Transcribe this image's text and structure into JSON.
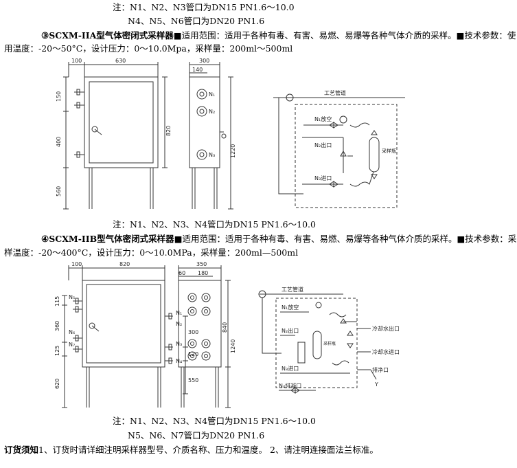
{
  "section_a": {
    "note_line1": "注：N1、N2、N3管口为DN15 PN1.6～10.0",
    "note_line2": "N4、N5、N6管口为DN20 PN1.6"
  },
  "section_3": {
    "marker": "③",
    "title": "SCXM-IIA型气体密闭式采样器",
    "desc_line1": "■适用范围：适用于各种有毒、有害、易燃、易爆等各种气体介质的采样。■技术参数：使",
    "desc_line2": "用温度：-20～50°C，设计压力：0～10.0Mpa，采样量：200ml～500ml",
    "front_dims": {
      "w1": "100",
      "w2": "630",
      "h1": "150",
      "h2": "400",
      "h3": "560",
      "h_total": "820"
    },
    "side_dims": {
      "w1": "300",
      "w2": "140",
      "h_total": "1220"
    },
    "nozzles": [
      "N₁",
      "N₂",
      "N₃"
    ],
    "schematic": {
      "pipe_label": "工艺管道",
      "vent_label": "N₁放空",
      "outlet_label": "N₂出口",
      "inlet_label": "N₃进口",
      "sampler_label": "采样瓶"
    },
    "note": "注：N1、N2、N3、N4管口为DN15 PN1.6～10.0"
  },
  "section_4": {
    "marker": "④",
    "title": "SCXM-IIB型气体密闭式采样器",
    "desc_line1": "■适用范围：适用于各种有毒、有害、易燃、易爆等各种气体介质的采样。■技术参数：采",
    "desc_line2": "样温度：-20～400°C，设计压力：0～10.0MPa，采样量：200ml—500ml",
    "front_dims": {
      "w1": "100",
      "w2": "820",
      "h1": "115",
      "h2": "360",
      "h3": "125",
      "h4": "620",
      "h5": "300",
      "h6": "120",
      "h7": "550"
    },
    "side_dims": {
      "w1": "350",
      "w2": "60",
      "w3": "180",
      "h1": "840",
      "h_total": "1240"
    },
    "nozzles": [
      "N₁",
      "N₂",
      "N₃",
      "N₄",
      "N₅",
      "N₆",
      "N₇"
    ],
    "schematic": {
      "pipe_label": "工艺管道",
      "vent_label": "N₁放空",
      "outlet_label": "N₂出口",
      "inlet_label": "N₃进口",
      "drain_label": "N₄排凝口",
      "cw_out_label": "冷却水出口",
      "cw_in_label": "冷却水进口",
      "purge_label": "排净口",
      "sampler_label": "采样瓶",
      "y_label": "Y"
    },
    "note_line1": "注：N1、N2、N3、N4管口为DN15 PN1.6～10.0",
    "note_line2": "N5、N6、N7管口为DN20 PN1.6"
  },
  "ordering": {
    "heading": "订货须知",
    "text": "1、订货时请详细注明采样器型号、介质名称、压力和温度。 2、请注明连接面法兰标准。"
  }
}
